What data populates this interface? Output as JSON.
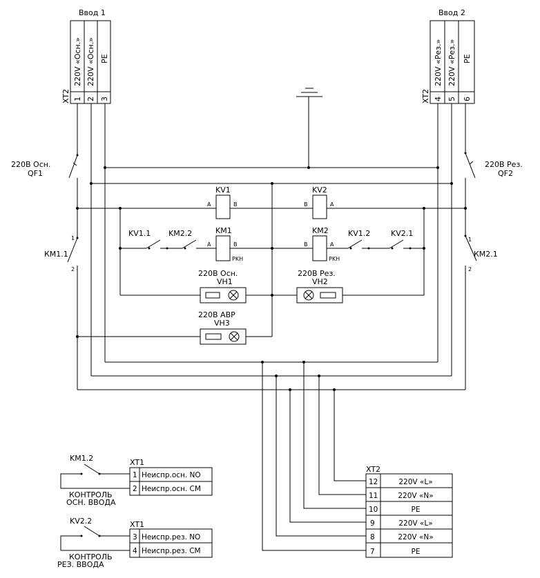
{
  "inputs": {
    "input1": {
      "title": "Ввод 1",
      "terminal_block": "XT2",
      "lines": [
        "220V «Осн.»",
        "220V «Осн.»",
        "PE"
      ],
      "numbers": [
        "1",
        "2",
        "3"
      ]
    },
    "input2": {
      "title": "Ввод 2",
      "terminal_block": "XT2",
      "lines": [
        "220V «Рез.»",
        "220V «Рез.»",
        "PE"
      ],
      "numbers": [
        "4",
        "5",
        "6"
      ]
    }
  },
  "breakers": {
    "qf1": {
      "label": "220В  Осн.",
      "name": "QF1"
    },
    "qf2": {
      "label": "220В  Рез.",
      "name": "QF2"
    }
  },
  "contactors": {
    "km11": {
      "name": "КМ1.1",
      "pin1": "1",
      "pin2": "2"
    },
    "km21": {
      "name": "КМ2.1",
      "pin1": "1",
      "pin2": "2"
    }
  },
  "relays": {
    "kv1": {
      "name": "KV1",
      "a": "A",
      "b": "B"
    },
    "kv2": {
      "name": "KV2",
      "a": "A",
      "b": "B"
    },
    "km1": {
      "name": "KM1",
      "a": "A",
      "b": "B",
      "sub": "PKH"
    },
    "km2": {
      "name": "KM2",
      "a": "A",
      "b": "B",
      "sub": "PKH"
    }
  },
  "contacts": {
    "kv11": "KV1.1",
    "km22": "KM2.2",
    "kv12": "KV1.2",
    "kv21": "KV2.1"
  },
  "lamps": {
    "vh1": {
      "label": "220В  Осн.",
      "name": "VH1"
    },
    "vh2": {
      "label": "220В  Рез.",
      "name": "VH2"
    },
    "vh3": {
      "label": "220В  АВР",
      "name": "VH3"
    }
  },
  "xt2_table": {
    "title": "XT2",
    "rows": [
      {
        "num": "12",
        "text": "220V  «L»"
      },
      {
        "num": "11",
        "text": "220V  «N»"
      },
      {
        "num": "10",
        "text": "PE"
      },
      {
        "num": "9",
        "text": "220V  «L»"
      },
      {
        "num": "8",
        "text": "220V  «N»"
      },
      {
        "num": "7",
        "text": "PE"
      }
    ]
  },
  "control": {
    "main": {
      "contact": "KM1.2",
      "caption1": "КОНТРОЛЬ",
      "caption2": "ОСН.  ВВОДА",
      "block": "XT1",
      "rows": [
        {
          "num": "1",
          "text": "Неиспр.осн.  NO"
        },
        {
          "num": "2",
          "text": "Неиспр.осн.  CM"
        }
      ]
    },
    "reserve": {
      "contact": "KV2.2",
      "caption1": "КОНТРОЛЬ",
      "caption2": "РЕЗ.  ВВОДА",
      "block": "XT1",
      "rows": [
        {
          "num": "3",
          "text": "Неиспр.рез.  NO"
        },
        {
          "num": "4",
          "text": "Неиспр.рез.  CM"
        }
      ]
    }
  }
}
